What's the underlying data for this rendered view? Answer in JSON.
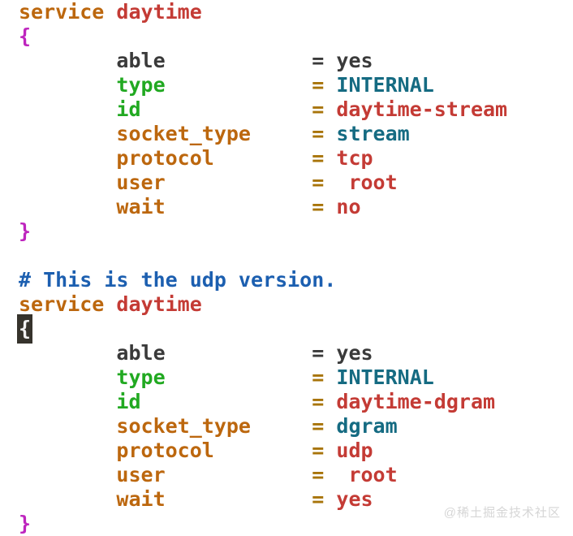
{
  "watermark": {
    "text": "@稀土掘金技术社区"
  },
  "colors": {
    "background": "#ffffff",
    "plain": "#3a3a3a",
    "orange": "#bc670e",
    "gold": "#a8740a",
    "red": "#c43b35",
    "green": "#21a921",
    "teal": "#156b82",
    "magenta": "#be25be",
    "blue": "#1c5fb0",
    "cursor_bg": "#36332c",
    "cursor_fg": "#f2f2f2",
    "watermark": "#d6d6d6"
  },
  "code": {
    "lines": [
      {
        "tokens": [
          {
            "t": "service",
            "c": "orange"
          },
          {
            "t": " ",
            "c": "plain"
          },
          {
            "t": "daytime",
            "c": "red"
          }
        ]
      },
      {
        "tokens": [
          {
            "t": "{",
            "c": "magenta"
          }
        ]
      },
      {
        "tokens": [
          {
            "t": "        ",
            "c": "plain"
          },
          {
            "t": "able",
            "c": "plain"
          },
          {
            "t": "            ",
            "c": "plain"
          },
          {
            "t": "=",
            "c": "plain"
          },
          {
            "t": " ",
            "c": "plain"
          },
          {
            "t": "yes",
            "c": "plain"
          }
        ]
      },
      {
        "tokens": [
          {
            "t": "        ",
            "c": "plain"
          },
          {
            "t": "type",
            "c": "green"
          },
          {
            "t": "            ",
            "c": "plain"
          },
          {
            "t": "=",
            "c": "gold"
          },
          {
            "t": " ",
            "c": "plain"
          },
          {
            "t": "INTERNAL",
            "c": "teal"
          }
        ]
      },
      {
        "tokens": [
          {
            "t": "        ",
            "c": "plain"
          },
          {
            "t": "id",
            "c": "green"
          },
          {
            "t": "              ",
            "c": "plain"
          },
          {
            "t": "=",
            "c": "gold"
          },
          {
            "t": " ",
            "c": "plain"
          },
          {
            "t": "daytime-stream",
            "c": "red"
          }
        ]
      },
      {
        "tokens": [
          {
            "t": "        ",
            "c": "plain"
          },
          {
            "t": "socket_type",
            "c": "orange"
          },
          {
            "t": "     ",
            "c": "plain"
          },
          {
            "t": "=",
            "c": "gold"
          },
          {
            "t": " ",
            "c": "plain"
          },
          {
            "t": "stream",
            "c": "teal"
          }
        ]
      },
      {
        "tokens": [
          {
            "t": "        ",
            "c": "plain"
          },
          {
            "t": "protocol",
            "c": "orange"
          },
          {
            "t": "        ",
            "c": "plain"
          },
          {
            "t": "=",
            "c": "gold"
          },
          {
            "t": " ",
            "c": "plain"
          },
          {
            "t": "tcp",
            "c": "red"
          }
        ]
      },
      {
        "tokens": [
          {
            "t": "        ",
            "c": "plain"
          },
          {
            "t": "user",
            "c": "orange"
          },
          {
            "t": "            ",
            "c": "plain"
          },
          {
            "t": "=",
            "c": "gold"
          },
          {
            "t": "  ",
            "c": "plain"
          },
          {
            "t": "root",
            "c": "red"
          }
        ]
      },
      {
        "tokens": [
          {
            "t": "        ",
            "c": "plain"
          },
          {
            "t": "wait",
            "c": "orange"
          },
          {
            "t": "            ",
            "c": "plain"
          },
          {
            "t": "=",
            "c": "gold"
          },
          {
            "t": " ",
            "c": "plain"
          },
          {
            "t": "no",
            "c": "red"
          }
        ]
      },
      {
        "tokens": [
          {
            "t": "}",
            "c": "magenta"
          }
        ]
      },
      {
        "tokens": []
      },
      {
        "tokens": [
          {
            "t": "# This is the udp version.",
            "c": "blue"
          }
        ]
      },
      {
        "tokens": [
          {
            "t": "service",
            "c": "orange"
          },
          {
            "t": " ",
            "c": "plain"
          },
          {
            "t": "daytime",
            "c": "red"
          }
        ]
      },
      {
        "tokens": [
          {
            "t": "{",
            "c": "cursor"
          }
        ]
      },
      {
        "tokens": [
          {
            "t": "        ",
            "c": "plain"
          },
          {
            "t": "able",
            "c": "plain"
          },
          {
            "t": "            ",
            "c": "plain"
          },
          {
            "t": "=",
            "c": "plain"
          },
          {
            "t": " ",
            "c": "plain"
          },
          {
            "t": "yes",
            "c": "plain"
          }
        ]
      },
      {
        "tokens": [
          {
            "t": "        ",
            "c": "plain"
          },
          {
            "t": "type",
            "c": "green"
          },
          {
            "t": "            ",
            "c": "plain"
          },
          {
            "t": "=",
            "c": "gold"
          },
          {
            "t": " ",
            "c": "plain"
          },
          {
            "t": "INTERNAL",
            "c": "teal"
          }
        ]
      },
      {
        "tokens": [
          {
            "t": "        ",
            "c": "plain"
          },
          {
            "t": "id",
            "c": "green"
          },
          {
            "t": "              ",
            "c": "plain"
          },
          {
            "t": "=",
            "c": "gold"
          },
          {
            "t": " ",
            "c": "plain"
          },
          {
            "t": "daytime-dgram",
            "c": "red"
          }
        ]
      },
      {
        "tokens": [
          {
            "t": "        ",
            "c": "plain"
          },
          {
            "t": "socket_type",
            "c": "orange"
          },
          {
            "t": "     ",
            "c": "plain"
          },
          {
            "t": "=",
            "c": "gold"
          },
          {
            "t": " ",
            "c": "plain"
          },
          {
            "t": "dgram",
            "c": "teal"
          }
        ]
      },
      {
        "tokens": [
          {
            "t": "        ",
            "c": "plain"
          },
          {
            "t": "protocol",
            "c": "orange"
          },
          {
            "t": "        ",
            "c": "plain"
          },
          {
            "t": "=",
            "c": "gold"
          },
          {
            "t": " ",
            "c": "plain"
          },
          {
            "t": "udp",
            "c": "red"
          }
        ]
      },
      {
        "tokens": [
          {
            "t": "        ",
            "c": "plain"
          },
          {
            "t": "user",
            "c": "orange"
          },
          {
            "t": "            ",
            "c": "plain"
          },
          {
            "t": "=",
            "c": "gold"
          },
          {
            "t": "  ",
            "c": "plain"
          },
          {
            "t": "root",
            "c": "red"
          }
        ]
      },
      {
        "tokens": [
          {
            "t": "        ",
            "c": "plain"
          },
          {
            "t": "wait",
            "c": "orange"
          },
          {
            "t": "            ",
            "c": "plain"
          },
          {
            "t": "=",
            "c": "gold"
          },
          {
            "t": " ",
            "c": "plain"
          },
          {
            "t": "yes",
            "c": "red"
          }
        ]
      },
      {
        "tokens": [
          {
            "t": "}",
            "c": "magenta"
          }
        ]
      }
    ]
  }
}
